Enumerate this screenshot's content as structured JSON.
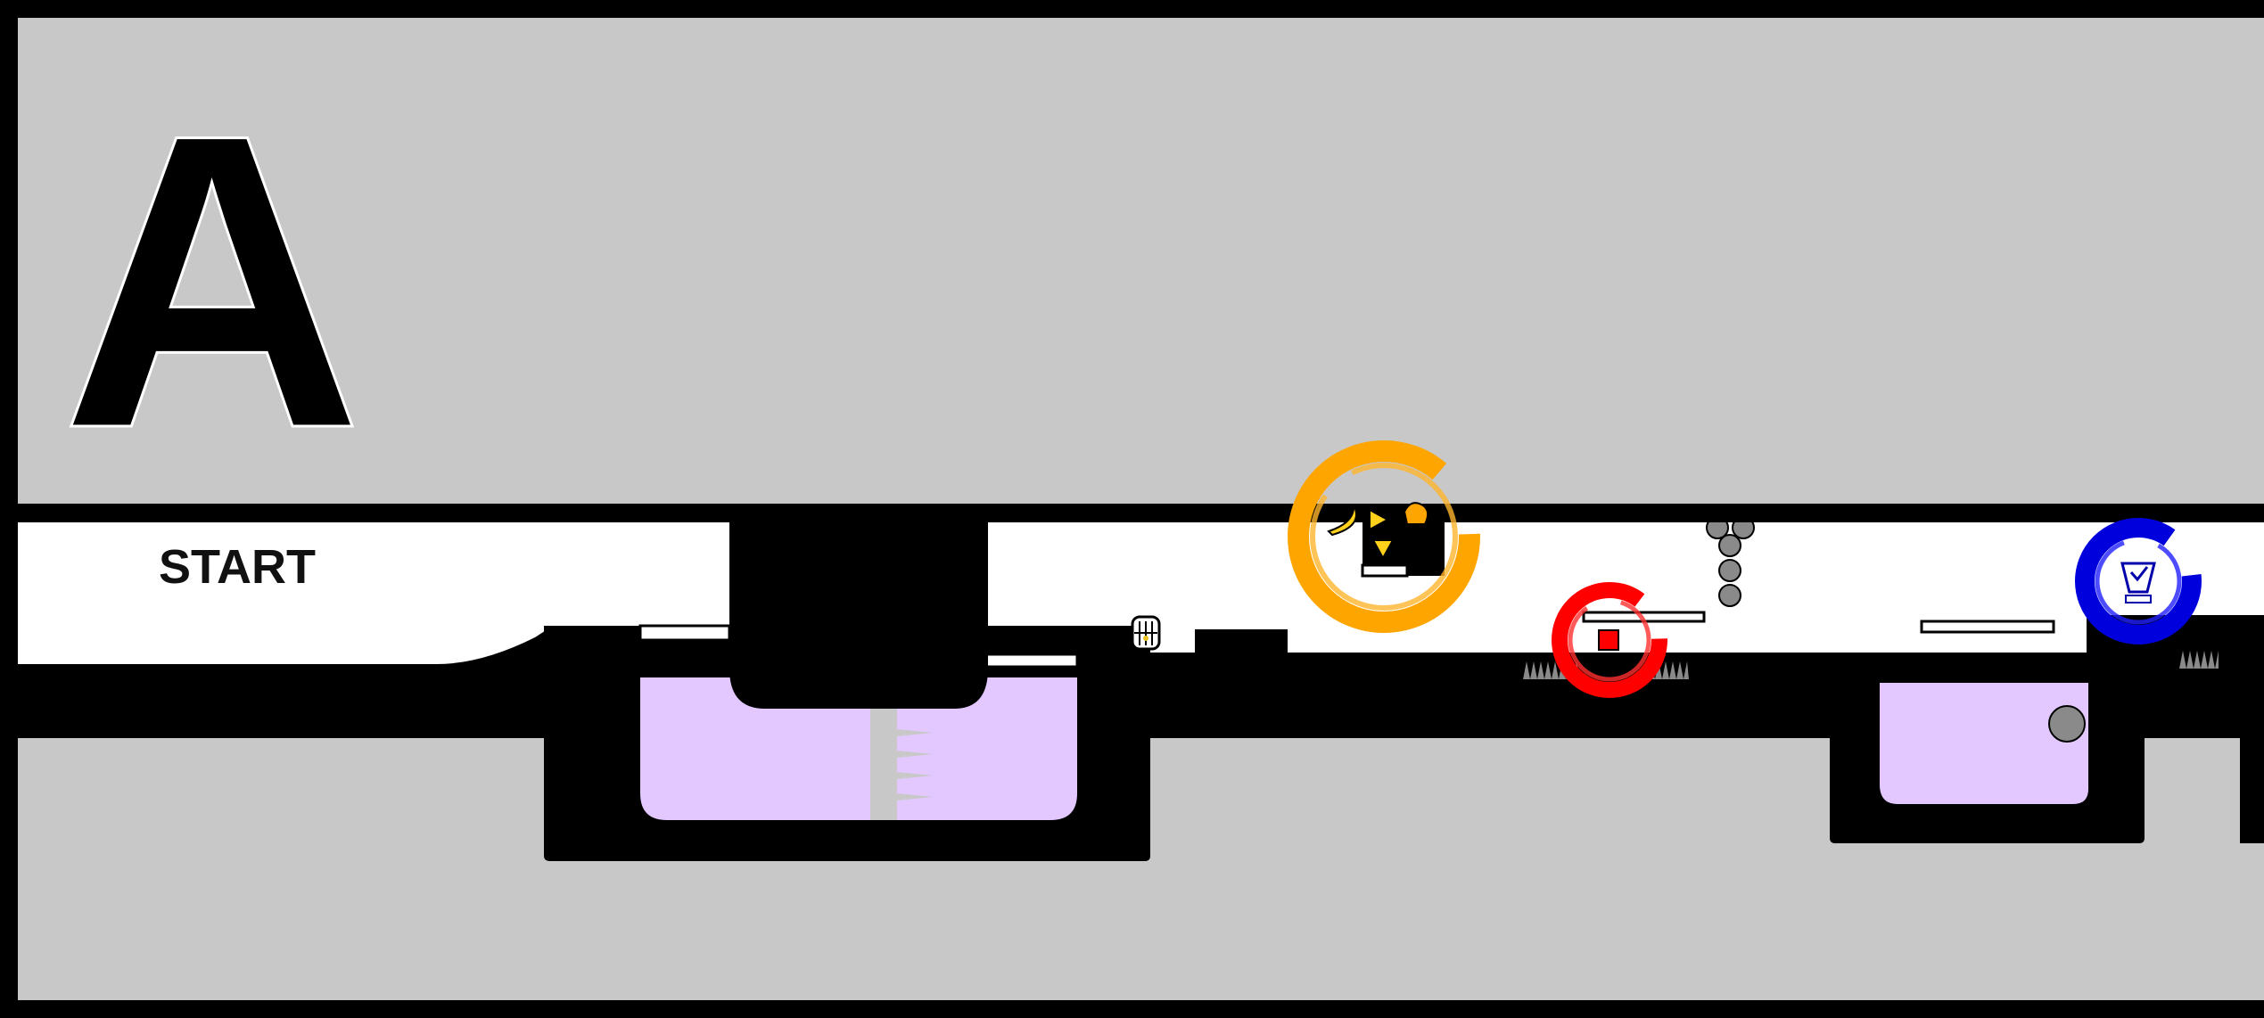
{
  "level": {
    "letter": "A",
    "start_label": "START"
  },
  "colors": {
    "background": "#c8c8c8",
    "frame": "#000000",
    "corridor": "#ffffff",
    "liquid": "#e2c8ff",
    "spike": "#8a8a8a",
    "orange_ring": "#ffa500",
    "red_ring": "#ff0000",
    "blue_ring": "#0000dd"
  },
  "markers": [
    {
      "name": "orange-checkpoint",
      "color": "orange",
      "icons": [
        "banana-icon",
        "arrow-right-icon",
        "fist-icon",
        "arrow-down-icon"
      ]
    },
    {
      "name": "red-checkpoint",
      "color": "red",
      "icons": [
        "red-block-icon"
      ]
    },
    {
      "name": "blue-checkpoint",
      "color": "blue",
      "icons": [
        "checkmark-cup-icon"
      ]
    }
  ],
  "items": [
    {
      "name": "cage-item",
      "icon": "cage-icon"
    }
  ]
}
